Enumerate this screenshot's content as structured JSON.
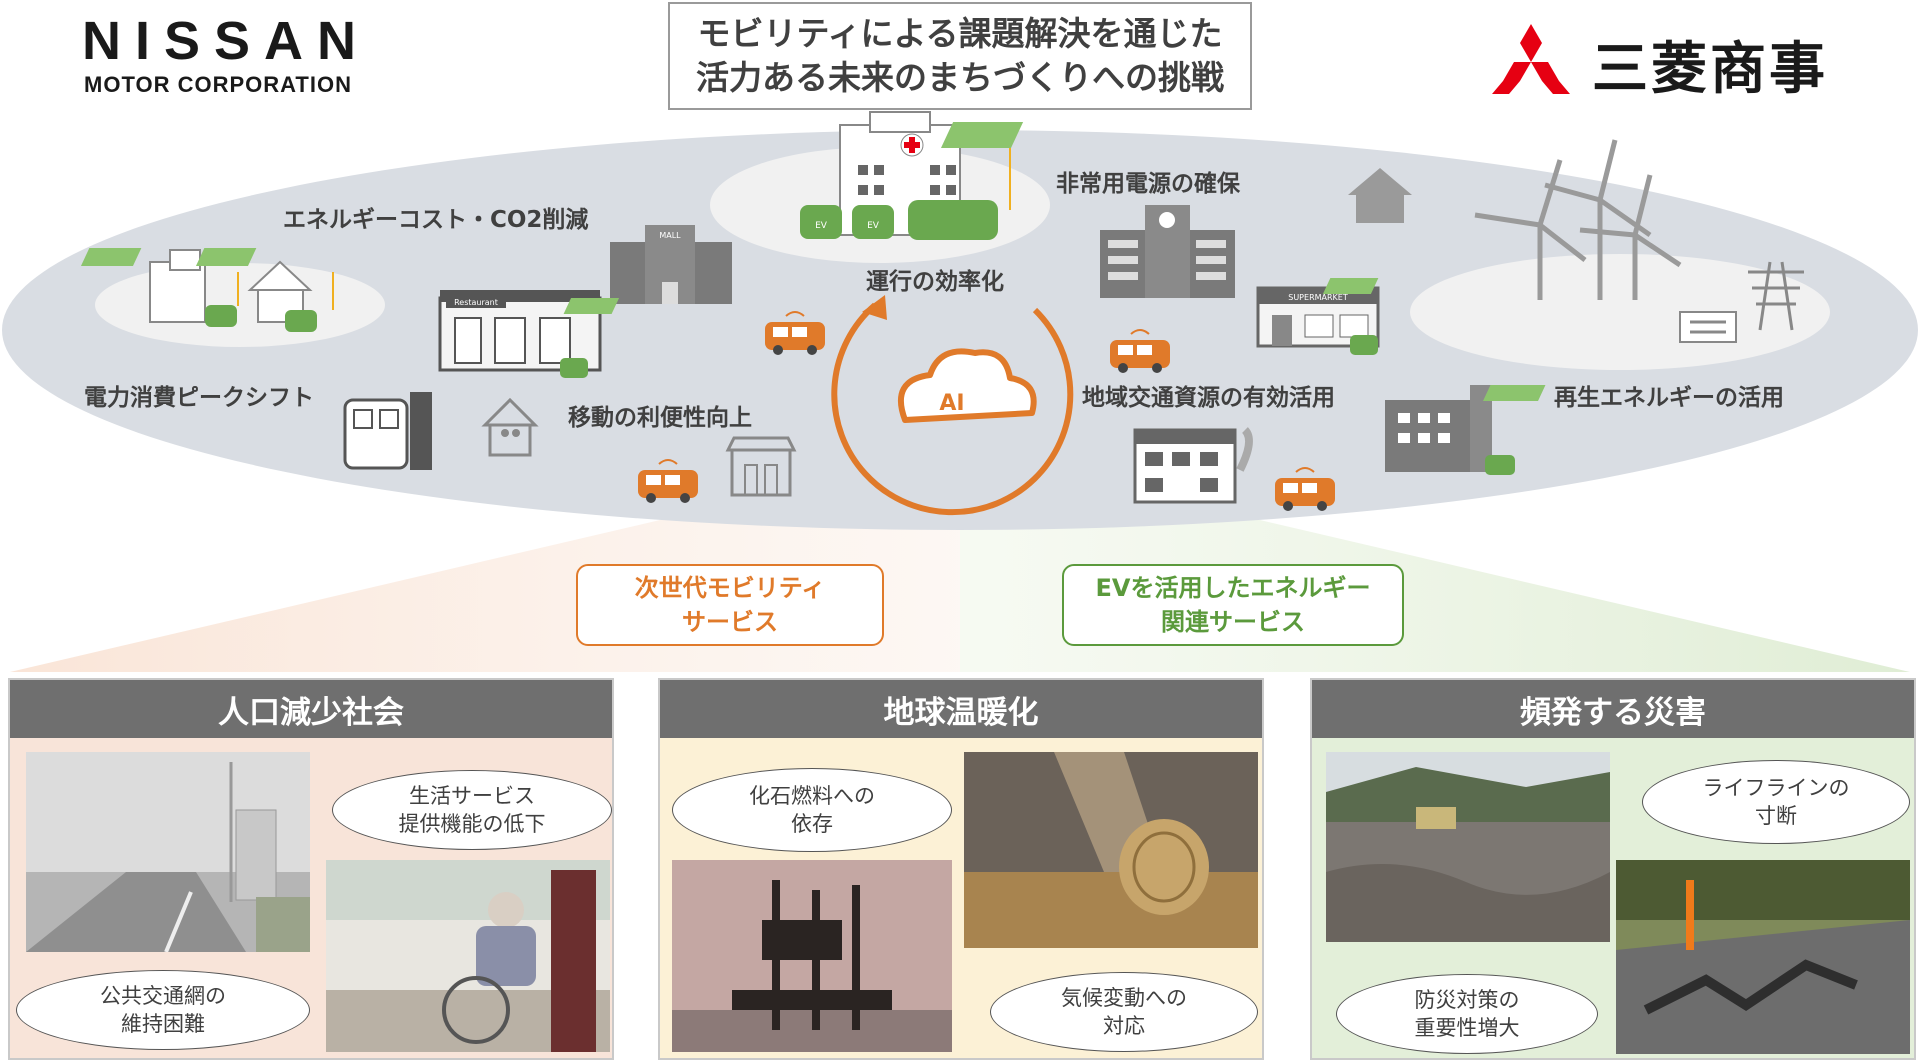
{
  "logos": {
    "nissan_wordmark": "NISSAN",
    "nissan_subtitle": "MOTOR CORPORATION",
    "mitsubishi_corp": "三菱商事"
  },
  "title": {
    "line1": "モビリティによる課題解決を通じた",
    "line2": "活力ある未来のまちづくりへの挑戦"
  },
  "ellipse_labels": {
    "energy_cost": "エネルギーコスト・CO2削減",
    "peak_shift": "電力消費ピークシフト",
    "mobility": "移動の利便性向上",
    "operation": "運行の効率化",
    "emergency": "非常用電源の確保",
    "regional": "地域交通資源の有効活用",
    "renewable": "再生エネルギーの活用"
  },
  "icon_texts": {
    "ai": "AI",
    "mall": "MALL",
    "restaurant": "Restaurant",
    "supermarket": "SUPERMARKET",
    "ev": "EV"
  },
  "services": {
    "mobility_line1": "次世代モビリティ",
    "mobility_line2": "サービス",
    "energy_line1": "EVを活用したエネルギー",
    "energy_line2": "関連サービス"
  },
  "panels": [
    {
      "title": "人口減少社会",
      "bubble_a1": "生活サービス",
      "bubble_a2": "提供機能の低下",
      "bubble_b1": "公共交通網の",
      "bubble_b2": "維持困難"
    },
    {
      "title": "地球温暖化",
      "bubble_a1": "化石燃料への",
      "bubble_a2": "依存",
      "bubble_b1": "気候変動への",
      "bubble_b2": "対応"
    },
    {
      "title": "頻発する災害",
      "bubble_a1": "ライフラインの",
      "bubble_a2": "寸断",
      "bubble_b1": "防災対策の",
      "bubble_b2": "重要性増大"
    }
  ],
  "colors": {
    "accent_orange": "#e07a2a",
    "accent_green": "#5b9a3c",
    "ev_green": "#7cb342",
    "ellipse_fill": "#d9dde3",
    "header_gray": "#6f6f6f"
  }
}
